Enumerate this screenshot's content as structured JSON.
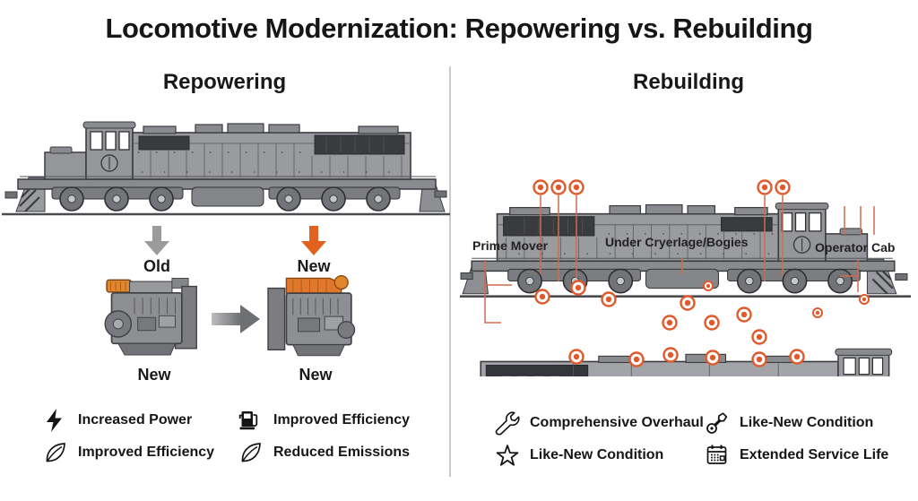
{
  "title": "Locomotive Modernization: Repowering vs. Rebuilding",
  "repowering": {
    "heading": "Repowering",
    "arrow_labels": {
      "old": "Old",
      "new": "New"
    },
    "engine_labels": {
      "left": "New",
      "right": "New"
    },
    "legend": [
      {
        "icon": "lightning-bolt-icon",
        "label": "Increased Power"
      },
      {
        "icon": "fuel-pump-icon",
        "label": "Improved Efficiency"
      },
      {
        "icon": "leaf-icon",
        "label": "Improved Efficiency"
      },
      {
        "icon": "leaf-icon",
        "label": "Reduced Emissions"
      }
    ]
  },
  "rebuilding": {
    "heading": "Rebuilding",
    "callouts": {
      "prime_mover": "Prime Mover",
      "undercarriage": "Under Cryerlage/Bogies",
      "operator_cab": "Operator Cab"
    },
    "legend": [
      {
        "icon": "wrench-icon",
        "label": "Comprehensive Overhaul"
      },
      {
        "icon": "spanner-key-icon",
        "label": "Like-New Condition"
      },
      {
        "icon": "star-icon",
        "label": "Like-New Condition"
      },
      {
        "icon": "calendar-icon",
        "label": "Extended Service Life"
      }
    ]
  },
  "colors": {
    "accent_orange": "#e2611f",
    "callout_red": "#cf6b50",
    "locomotive_gray": "#9a9b9e",
    "text_dark": "#1b1b1d"
  }
}
